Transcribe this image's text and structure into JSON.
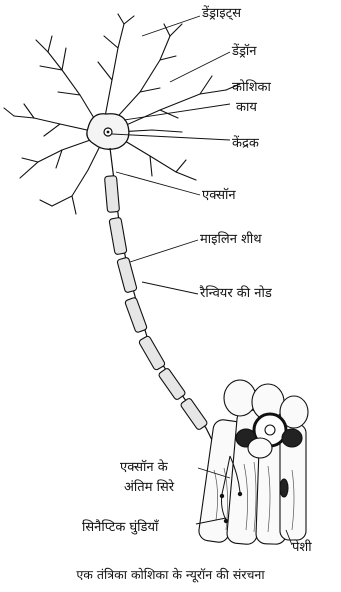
{
  "labels": {
    "dendrites": "डेंड्राइट्स",
    "dendron": "डेंड्रॉन",
    "cell_body_line1": "कोशिका",
    "cell_body_line2": "काय",
    "nucleus": "केंद्रक",
    "axon": "एक्सॉन",
    "myelin_sheath": "माइलिन शीथ",
    "node_of_ranvier": "रैन्वियर की नोड",
    "axon_terminals_line1": "एक्सॉन के",
    "axon_terminals_line2": "अंतिम सिरे",
    "synaptic_knobs": "सिनैप्टिक घुंडियाँ",
    "muscle": "पेशी"
  },
  "caption": "एक तंत्रिका कोशिका के न्यूरॉन की संरचना"
}
